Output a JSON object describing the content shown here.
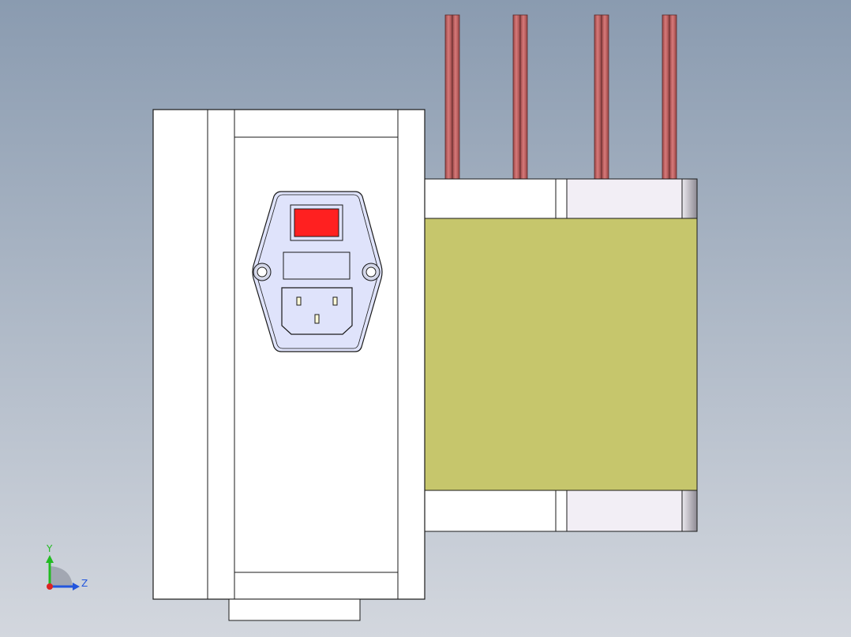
{
  "viewport": {
    "background_top": "#8a9bb0",
    "background_bottom": "#d3d7de"
  },
  "model": {
    "enclosure_color": "#ffffff",
    "outline_color": "#1a1a1a",
    "switch_color": "#ff2020",
    "module_face_color": "#dfe3fb",
    "core_color": "#c6c66c",
    "bobbin_tint": "#f2eef5",
    "lead_wire_color": "#c46262",
    "lead_wire_count": 4
  },
  "triad": {
    "y_label": "Y",
    "z_label": "Z",
    "y_color": "#22bb22",
    "z_color": "#2255dd",
    "x_color": "#dd2222"
  }
}
